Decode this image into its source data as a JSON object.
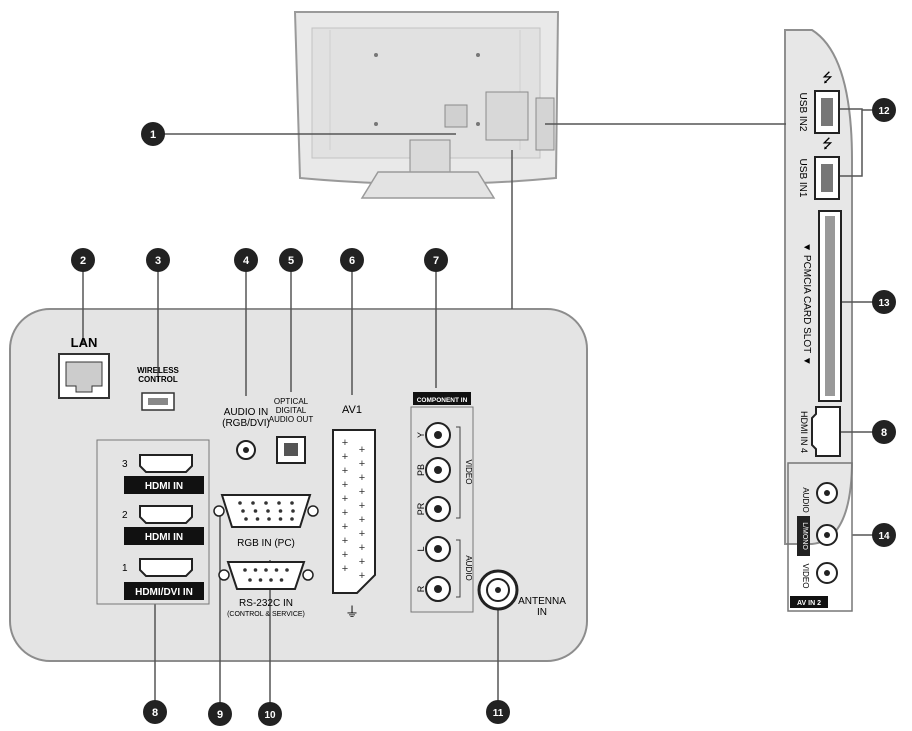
{
  "callouts": [
    "1",
    "2",
    "3",
    "4",
    "5",
    "6",
    "7",
    "8",
    "9",
    "10",
    "11",
    "12",
    "13",
    "14"
  ],
  "rear_panel": {
    "lan": "LAN",
    "wireless_control": [
      "WIRELESS",
      "CONTROL"
    ],
    "audio_in": [
      "AUDIO IN",
      "(RGB/DVI)"
    ],
    "optical": [
      "OPTICAL",
      "DIGITAL",
      "AUDIO OUT"
    ],
    "av1": "AV1",
    "component_in": "COMPONENT IN",
    "component_jacks": [
      "Y",
      "PB",
      "PR",
      "L",
      "R"
    ],
    "component_video": "VIDEO",
    "component_audio": "AUDIO",
    "hdmi_numbers": [
      "3",
      "2",
      "1"
    ],
    "hdmi_labels": [
      "HDMI IN",
      "HDMI IN",
      "HDMI/DVI IN"
    ],
    "rgb_in": "RGB IN (PC)",
    "rs232c": [
      "RS-232C IN",
      "(CONTROL & SERVICE)"
    ],
    "antenna": [
      "ANTENNA",
      "IN"
    ]
  },
  "side_panel": {
    "usb_in2": "USB IN2",
    "usb_in1": "USB IN1",
    "pcmcia": "▼ PCMCIA CARD SLOT ▼",
    "hdmi_in4": "HDMI IN 4",
    "audio": "AUDIO",
    "l_mono": "L/MONO",
    "video": "VIDEO",
    "av_in2": "AV IN 2"
  }
}
